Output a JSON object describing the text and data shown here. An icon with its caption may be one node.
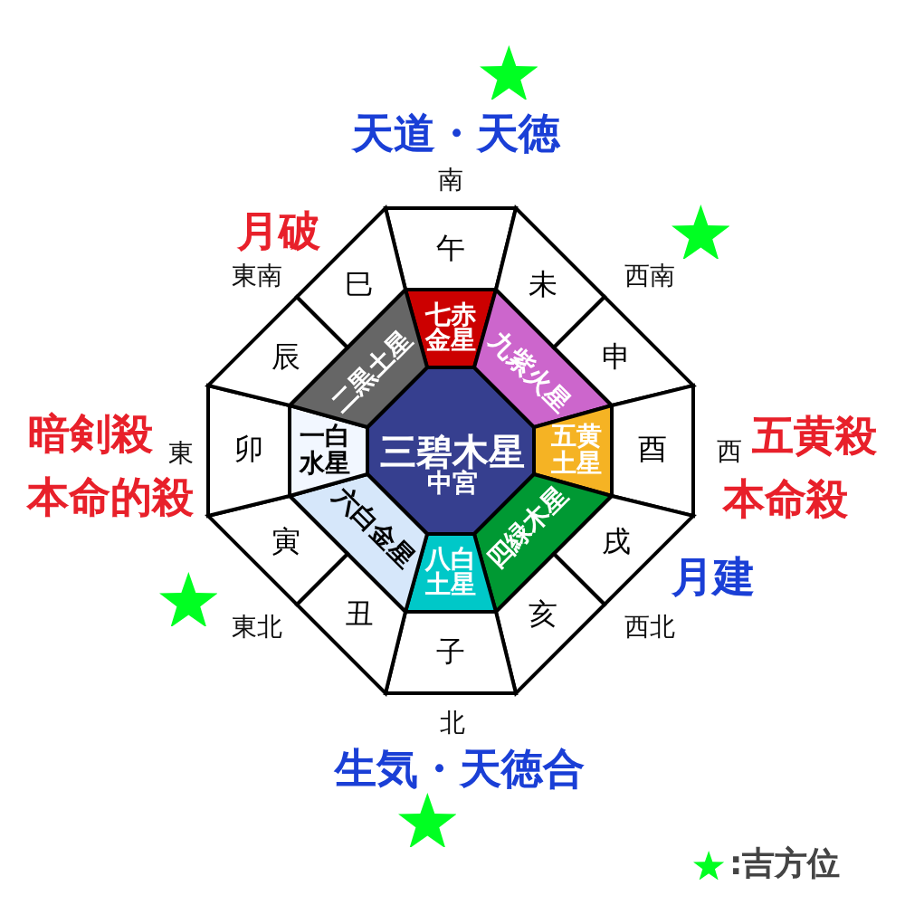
{
  "diagram": {
    "nodes": [
      {
        "text": [
          "三碧木星",
          "中宮"
        ]
      },
      {
        "text": [
          "七赤金星"
        ]
      },
      {
        "text": [
          "九紫火星"
        ]
      },
      {
        "text": [
          "五黄土星"
        ]
      },
      {
        "text": [
          "四緑木星"
        ]
      },
      {
        "text": [
          "八白土星"
        ]
      },
      {
        "text": [
          "六白金星"
        ]
      },
      {
        "text": [
          "一白水星"
        ]
      },
      {
        "text": [
          "二黒土星"
        ]
      },
      {
        "text": [
          "午"
        ]
      },
      {
        "text": [
          "未"
        ]
      },
      {
        "text": [
          "申"
        ]
      },
      {
        "text": [
          "酉"
        ]
      },
      {
        "text": [
          "戌"
        ]
      },
      {
        "text": [
          "亥"
        ]
      },
      {
        "text": [
          "子"
        ]
      },
      {
        "text": [
          "丑"
        ]
      },
      {
        "text": [
          "寅"
        ]
      },
      {
        "text": [
          "卯"
        ]
      },
      {
        "text": [
          "辰"
        ]
      },
      {
        "text": [
          "巳"
        ]
      }
    ],
    "labels": [
      "天道・天徳",
      "南",
      "月破",
      "東南",
      "西南",
      "暗剣殺",
      "東",
      "西",
      "五黄殺",
      "本命的殺",
      "本命殺",
      "月建",
      "東北",
      "西北",
      "北",
      "生気・天徳合"
    ],
    "legend": [
      {
        "text": ":吉方位"
      }
    ]
  }
}
